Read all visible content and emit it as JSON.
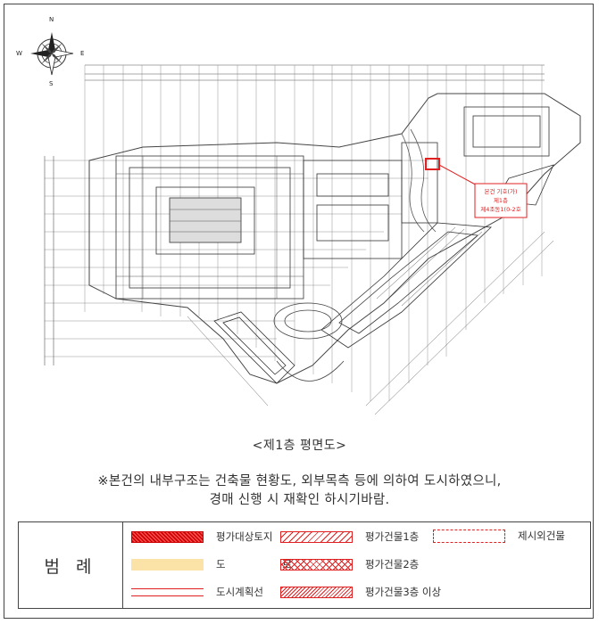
{
  "plan": {
    "compass": {
      "n": "N",
      "s": "S",
      "e": "E",
      "w": "W"
    },
    "callout": {
      "line1": "본건 기호(가)",
      "line2": "제1층",
      "line3": "제4조동1(0-2호"
    },
    "colors": {
      "line": "#3a3a3a",
      "accent": "#e02020"
    }
  },
  "captions": {
    "title": "<제1층 평면도>",
    "note_line1": "※본건의 내부구조는 건축물 현황도, 외부목측 등에 의하여 도시하였으니,",
    "note_line2": "경매 신행 시 재확인 하시기바람."
  },
  "legend": {
    "header": "범 례",
    "items": [
      {
        "label": "평가대상토지",
        "swatch": "target"
      },
      {
        "label": "도 로",
        "swatch": "road"
      },
      {
        "label": "도시계획선",
        "swatch": "line"
      },
      {
        "label": "평가건물1층",
        "swatch": "b1"
      },
      {
        "label": "평가건물2층",
        "swatch": "b2"
      },
      {
        "label": "평가건물3층 이상",
        "swatch": "b3"
      },
      {
        "label": "제시외건물",
        "swatch": "dash"
      }
    ]
  }
}
